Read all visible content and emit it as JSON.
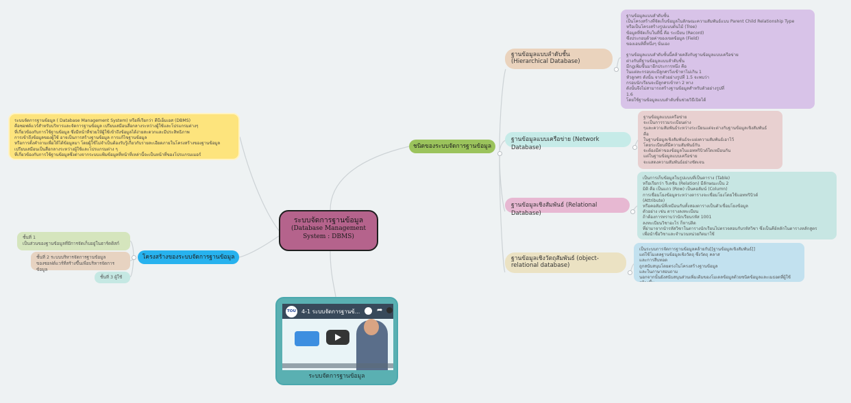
{
  "central": {
    "title": "ระบบจัดการฐานข้อมูล",
    "subtitle_line1": "(Database Management",
    "subtitle_line2": "System : DBMS)"
  },
  "definition_note": "ระบบจัดการฐานข้อมูล ( Database Management System) หรือที่เรียกว่า   ดีบีเอ็มเอส (DBMS)\nคือซอฟต์แวร์สำหรับบริหารและจัดการฐานข้อมูล เปรียบเสมือนสื่อกลางระหว่างผู้ใช้และโปรแกรมต่างๆ\nที่เกี่ยวข้องกับการใช้ฐานข้อมูล ซึ่งมีหน้าที่ช่วยให้ผู้ใช้เข้าถึงข้อมูลได้ง่ายสะดวกและมีประสิทธิภาพ\nการเข้าถึงข้อมูลของผู้ใช้ อาจเป็นการสร้างฐานข้อมูล การแก้ไขฐานข้อมูล\nหรือการตั้งคำถามเพื่อให้ได้ข้อมูลมา โดยผู้ใช้ไม่จำเป็นต้องรับรู้เกี่ยวกับรายละเอียดภายในโครงสร้างของฐานข้อมูล\nเปรียบเสมือนเป็นสื่อกลางระหว่างผู้ใช้และโปรแกรมต่าง ๆ\nที่เกี่ยวข้องกับการใช้ฐานข้อมูลซึ่งต่างจากระบบแฟ้มข้อมูลที่หน้าที่เหล่านี้จะเป็นหน้าที่ของโปรแกรมเมอร์",
  "structure": {
    "label": "โครงสร้างของระบบจัดการฐานข้อมูล",
    "layer1": "ชั้นที่ 1\nเป็นส่วนของฐานข้อมูลที่มีการจัดเก็บอยู่ในฮาร์ดดิสก์",
    "layer2": "ชั้นที่ 2 ระบบบริหารจัดการฐานข้อมูล\nของซอฟต์แวร์ที่สร้างขึ้นเพื่อบริหารจัดการข้อมูล",
    "layer3": "ชั้นที่ 3  ผู้ใช้"
  },
  "types": {
    "label": "ชนิดของระบบจัดการฐานข้อมูล",
    "hierarchical": {
      "label": "ฐานข้อมูลแบบลำดับชั้น (Hierarchical Database)",
      "note": "ฐานข้อมูลแบบลำดับชั้น\nเป็นโครงสร้างที่จัดเก็บข้อมูลในลักษณะความสัมพันธ์แบบ  Parent Child Relationship Type\nหรือเป็นโครงสร้างรูปแบบต้นไม้ (Tree)\nข้อมูลที่จัดเก็บในที่นี้ คือ ระเบียน (Record)\nซึ่งประกอบด้วยค่าของเขตข้อมูล (Field)\nของเอนทิตี้หนึ่งๆ นั่นเอง\n\nฐานข้อมูลแบบลำดับชั้นนี้คล้ายคลึงกับฐานข้อมูลแบบเครือข่าย\nต่างกันที่ฐานข้อมูลแบบลำดับชั้น\nมีกฎเพิ่มขึ้นมาอีกประการหนึ่ง  คือ\nในแต่ละกรอบจะมีลูกศรวิ่งเข้าหาไม่เกิน 1\nหัวลูกศร  ดังนั้น จากตัวอย่างรูปที่ 1.5 จะพบว่า\nกรอบนักเรียนจะมีลูกศรเข้าหา 2 ทาง\nดังนั้นจึงไม่สามารถสร้างฐานข้อมูลสำหรับตัวอย่างรูปที่\n1.6\nโดยใช้ฐานข้อมูลแบบลำดับชั้นช่วยวิธีเปิดได้"
    },
    "network": {
      "label": "ฐานข้อมูลแบบเครือข่าย (Network  Database)",
      "note": "ฐานข้อมูลแบบเครือข่าย\nจะเป็นการรวมระเบียนต่าง\nๆและความสัมพันธ์ระหว่างระเบียนแต่จะต่างกับฐานข้อมูลเชิงสัมพันธ์\nคือ\nในฐานข้อมูลเชิงสัมพันธ์จะแฝงความสัมพันธ์เอาไว้\nโดยระเบียนที่มีความสัมพันธ์กัน\nจะต้องมีค่าของข้อมูลในแอททริบิวต์ใดเหมือนกัน\nแต่ในฐานข้อมูลแบบเครือข่าย\nจะแสดงความสัมพันธ์อย่างชัดเจน"
    },
    "relational": {
      "label": "ฐานข้อมูลเชิงสัมพันธ์  (Relational  Database)",
      "note": "เป็นการเก็บข้อมูลในรูปแบบที่เป็นตาราง (Table)\nหรือเรียกว่า รีเลชัน (Relation) มีลักษณะเป็น 2\nมิติ คือ เป็นแถว (Row)  เป็นคอลัมน์ (Column)\nการเชื่อมโยงข้อมูลระหว่างตารางจะเชื่อมโยงโดยใช้แอททริบิวต์\n(Attribute)\nหรือคอลัมน์ที่เหมือนกันทั้งสองตารางเป็นตัวเชื่อมโยงข้อมูล\nตัวอย่าง เช่น  ตารางลงทะเบียน\nถ้าต้องการทราบว่านักเรียนรหัส 1001\nลงทะเบียนวิชาอะไร  ก็หาบ่ลิด\nที่ย่ามาจากนำรหัสวิชาในตารางนักเรียนไปตรวจสอบกับรหัสวิชา  ซึ่งเป็นคีย์หลักในตารางหลักสูตร\nเพื่อนำชื่อวิชาและจำนวนหน่วยกิตมาใช้"
    },
    "object_relational": {
      "label": "ฐานข้อมูลเชิงวัตถุสัมพันธ์ (object-relational database)",
      "note": "เป็นระบบการจัดการฐานข้อมูลคล้ายกับ[[ฐานข้อมูลเชิงสัมพันธ์]]\nแต่ใช้โมเดลฐานข้อมูลเชิงวัตถุ ซึ่งวัตถุ คลาส\nและการสืบทอด\nถูกสนับสนุนโดยตรงในโครงสร้างฐานข้อมูล\nและในภาษาสอบถาม\nนอกจากนั้นยังสนับสนุนส่วนเพิ่มเติมของโมเดลข้อมูลด้วยชนิดข้อมูลและเมธอดที่ผู้ใช้สร้างขึ้น"
    }
  },
  "video": {
    "player_title": "4-1 ระบบจัดการฐานข้...",
    "caption": "ระบบจัดการฐานข้อมูล",
    "logo": "TOU"
  }
}
